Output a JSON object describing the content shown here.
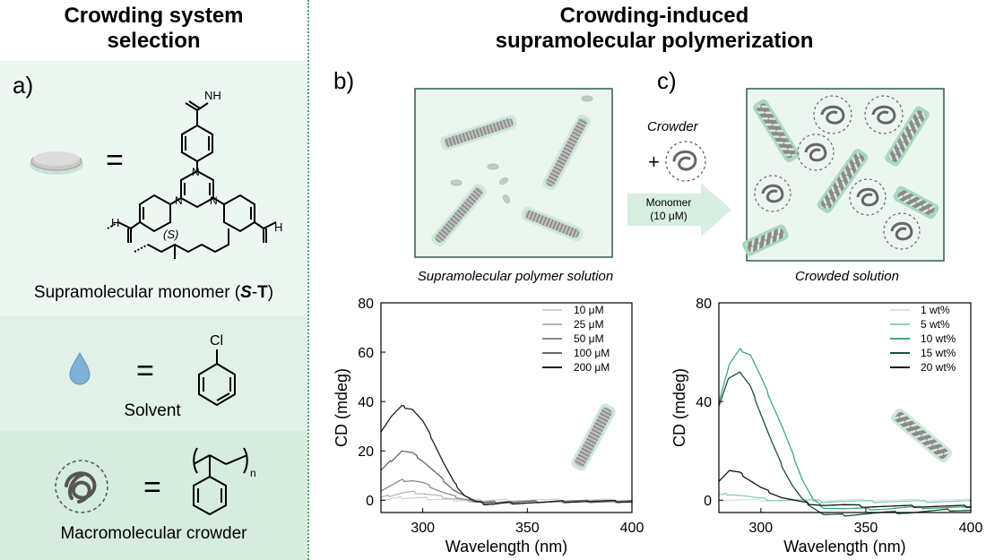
{
  "left": {
    "title_line1": "Crowding system",
    "title_line2": "selection",
    "label_a": "a)",
    "monomer_caption_prefix": "Supramolecular monomer (",
    "monomer_caption_S": "S",
    "monomer_caption_dash": "-",
    "monomer_caption_T": "T",
    "monomer_caption_suffix": ")",
    "solvent_caption": "Solvent",
    "crowder_caption": "Macromolecular crowder",
    "equals": "=",
    "chem": {
      "nh_top": "NH",
      "n_label": "N",
      "hn_left": "H",
      "n_left": "N",
      "hn_right": "H",
      "n_right": "N",
      "chiral": "(S)",
      "cl": "Cl",
      "n_sub": "n"
    }
  },
  "right": {
    "title_line1": "Crowding-induced",
    "title_line2": "supramolecular polymerization",
    "label_b": "b)",
    "label_c": "c)",
    "caption_b": "Supramolecular polymer solution",
    "caption_c": "Crowded solution",
    "arrow_top": "Crowder",
    "plus": "+",
    "arrow_line1": "Monomer",
    "arrow_line2": "(10 μM)"
  },
  "colors": {
    "panel_light": "#edf7f1",
    "panel_mid": "#e0f1e7",
    "panel_dark": "#d5ecde",
    "accent": "#3fa97a",
    "box_border": "#2f5f45"
  },
  "chart_data": [
    {
      "type": "line",
      "xlabel": "Wavelength (nm)",
      "ylabel": "CD (mdeg)",
      "xlim": [
        280,
        400
      ],
      "ylim": [
        -5,
        80
      ],
      "xticks": [
        300,
        350,
        400
      ],
      "yticks": [
        0,
        20,
        40,
        60,
        80
      ],
      "legend_position": "top-right",
      "series": [
        {
          "name": "10 μM",
          "color": "#d2d2d2",
          "x": [
            280,
            285,
            290,
            295,
            300,
            305,
            310,
            315,
            320,
            325,
            330,
            335,
            340,
            350,
            360,
            370,
            380,
            390,
            400
          ],
          "values": [
            0,
            0.5,
            1,
            1,
            0.8,
            0.5,
            0.2,
            0,
            0,
            0,
            0,
            0,
            0,
            0,
            0,
            0,
            0,
            0,
            0
          ]
        },
        {
          "name": "25 μM",
          "color": "#b5b5b5",
          "x": [
            280,
            285,
            290,
            295,
            300,
            305,
            310,
            315,
            320,
            325,
            330,
            335,
            340,
            350,
            360,
            370,
            380,
            390,
            400
          ],
          "values": [
            1,
            2,
            3,
            3.2,
            2.8,
            2,
            1.2,
            0.5,
            0,
            -0.5,
            -0.5,
            -0.5,
            -0.5,
            -0.5,
            -0.5,
            -0.5,
            -0.5,
            -0.5,
            -0.5
          ]
        },
        {
          "name": "50 μM",
          "color": "#8a8a8a",
          "x": [
            280,
            285,
            290,
            295,
            300,
            305,
            310,
            315,
            320,
            325,
            330,
            335,
            340,
            350,
            360,
            370,
            380,
            390,
            400
          ],
          "values": [
            4,
            6,
            8,
            8,
            7,
            5,
            3,
            1.5,
            0.5,
            -0.5,
            -1,
            -1,
            -1,
            -1,
            -1,
            -0.5,
            -0.5,
            -0.5,
            -0.5
          ]
        },
        {
          "name": "100 μM",
          "color": "#666666",
          "x": [
            280,
            285,
            290,
            295,
            300,
            305,
            310,
            315,
            320,
            325,
            330,
            335,
            340,
            350,
            360,
            370,
            380,
            390,
            400
          ],
          "values": [
            12,
            16,
            20,
            19,
            16,
            12,
            8,
            4,
            1.5,
            -0.5,
            -1,
            -1,
            -1,
            -0.8,
            -0.5,
            -0.5,
            -0.5,
            -0.5,
            -0.5
          ]
        },
        {
          "name": "200 μM",
          "color": "#1e1e1e",
          "x": [
            280,
            285,
            290,
            295,
            300,
            305,
            310,
            315,
            320,
            325,
            330,
            335,
            340,
            350,
            360,
            370,
            380,
            390,
            400
          ],
          "values": [
            28,
            34,
            38,
            37,
            32,
            24,
            15,
            7,
            2,
            -0.5,
            -1.5,
            -1.5,
            -1.2,
            -1,
            -0.8,
            -0.5,
            -0.5,
            -0.5,
            -0.5
          ]
        }
      ]
    },
    {
      "type": "line",
      "xlabel": "Wavelength (nm)",
      "ylabel": "CD (mdeg)",
      "xlim": [
        280,
        400
      ],
      "ylim": [
        -5,
        80
      ],
      "xticks": [
        300,
        350,
        400
      ],
      "yticks": [
        0,
        40,
        80
      ],
      "legend_position": "top-right",
      "series": [
        {
          "name": "1 wt%",
          "color": "#cfe8dc",
          "x": [
            280,
            290,
            300,
            310,
            320,
            330,
            340,
            350,
            360,
            370,
            380,
            390,
            400
          ],
          "values": [
            0,
            0,
            0,
            0,
            0,
            0,
            0,
            0,
            0,
            0,
            0,
            0,
            0
          ]
        },
        {
          "name": "5 wt%",
          "color": "#8fcfb1",
          "x": [
            280,
            285,
            290,
            300,
            310,
            320,
            330,
            340,
            350,
            360,
            370,
            380,
            390,
            400
          ],
          "values": [
            2,
            2.5,
            2,
            0.5,
            0,
            0,
            -0.5,
            -0.5,
            -0.5,
            -0.5,
            -0.5,
            -0.5,
            -0.5,
            -0.5
          ]
        },
        {
          "name": "10 wt%",
          "color": "#3fa97a",
          "x": [
            280,
            285,
            290,
            295,
            300,
            305,
            310,
            315,
            320,
            325,
            330,
            340,
            350,
            360,
            370,
            380,
            390,
            400
          ],
          "values": [
            40,
            55,
            61,
            59,
            50,
            40,
            30,
            19,
            8,
            0,
            -3,
            -3.5,
            -3.5,
            -3.5,
            -3,
            -3,
            -3,
            -3
          ]
        },
        {
          "name": "15 wt%",
          "color": "#16513a",
          "x": [
            280,
            285,
            290,
            295,
            300,
            305,
            310,
            315,
            320,
            325,
            330,
            340,
            350,
            360,
            370,
            380,
            390,
            400
          ],
          "values": [
            38,
            50,
            52,
            46,
            35,
            24,
            14,
            6,
            0,
            -3,
            -6,
            -6,
            -5.5,
            -5,
            -5,
            -4.5,
            -4,
            -4
          ]
        },
        {
          "name": "20 wt%",
          "color": "#111111",
          "x": [
            280,
            285,
            290,
            295,
            300,
            305,
            310,
            320,
            330,
            340,
            350,
            360,
            370,
            380,
            390,
            400
          ],
          "values": [
            8,
            12,
            11,
            8,
            5,
            3,
            1,
            -1,
            -2,
            -2,
            -2.5,
            -2.5,
            -2.5,
            -2.5,
            -2.5,
            -2.5
          ]
        }
      ]
    }
  ]
}
